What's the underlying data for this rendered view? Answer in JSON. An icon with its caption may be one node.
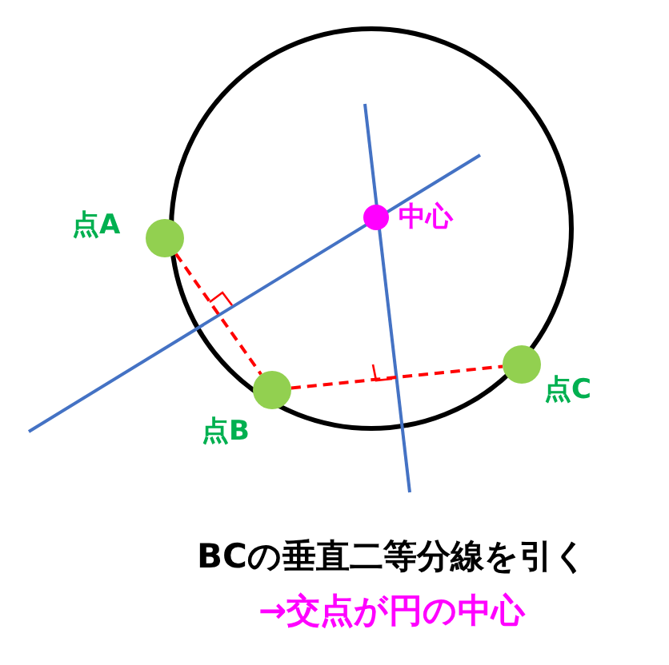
{
  "diagram": {
    "nodes": [
      {
        "text": [],
        "shape": "circle",
        "beside": [
          "点A"
        ]
      },
      {
        "text": [],
        "shape": "circle",
        "beside": [
          "中心"
        ]
      },
      {
        "text": [],
        "shape": "circle",
        "beside": [
          "点B"
        ]
      },
      {
        "text": [],
        "shape": "circle",
        "beside": [
          "点C"
        ]
      }
    ],
    "edges": [
      {
        "from": 0,
        "to": 2,
        "arrow": "none",
        "style": "dashed",
        "color": "#ff0000"
      },
      {
        "from": 2,
        "to": 3,
        "arrow": "none",
        "style": "dashed",
        "color": "#ff0000"
      }
    ],
    "labels": [
      "BCの垂直二等分線を引く",
      "→交点が円の中心"
    ]
  }
}
